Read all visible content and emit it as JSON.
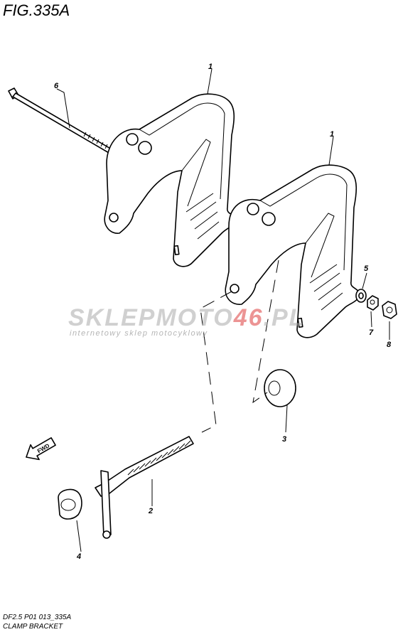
{
  "figure": {
    "title": "FIG.335A"
  },
  "callouts": [
    {
      "id": "callout-1a",
      "text": "1"
    },
    {
      "id": "callout-1b",
      "text": "1"
    },
    {
      "id": "callout-2",
      "text": "2"
    },
    {
      "id": "callout-3",
      "text": "3"
    },
    {
      "id": "callout-4",
      "text": "4"
    },
    {
      "id": "callout-5",
      "text": "5"
    },
    {
      "id": "callout-6",
      "text": "6"
    },
    {
      "id": "callout-7",
      "text": "7"
    },
    {
      "id": "callout-8",
      "text": "8"
    }
  ],
  "direction_arrow": {
    "text": "FWD"
  },
  "watermark": {
    "brand_prefix": "SKLEPMOTO",
    "brand_accent": "46",
    "brand_suffix": ".PL",
    "tagline": "internetowy sklep motocyklowy",
    "accent_color": "#dc3c3c"
  },
  "footer": {
    "code": "DF2.5 P01 013_335A",
    "caption": "CLAMP BRACKET"
  }
}
